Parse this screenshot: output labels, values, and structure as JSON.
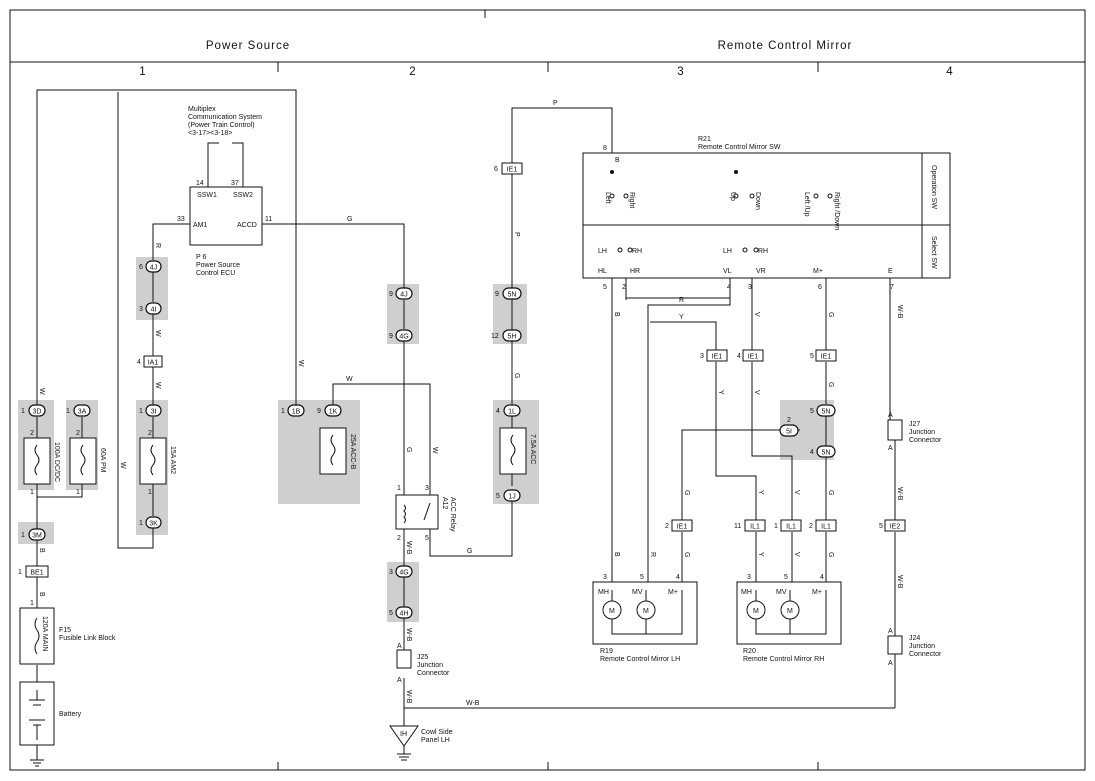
{
  "header": {
    "section_power_source": "Power Source",
    "section_remote_mirror": "Remote Control Mirror",
    "columns": [
      "1",
      "2",
      "3",
      "4"
    ]
  },
  "components": {
    "multiplex_line1": "Multiplex",
    "multiplex_line2": "Communication System",
    "multiplex_line3": "(Power Train Control)",
    "multiplex_line4": "<3-17><3-18>",
    "ecu_id": "P 6",
    "ecu_name1": "Power Source",
    "ecu_name2": "Control ECU",
    "ecu_pin_ssw1": "SSW1",
    "ecu_pin_ssw2": "SSW2",
    "ecu_pin_am1": "AM1",
    "ecu_pin_accd": "ACCD",
    "switch_id": "R21",
    "switch_name": "Remote Control Mirror SW",
    "operation_sw": "Operation SW",
    "select_sw": "Select SW",
    "relay_id": "A12",
    "relay_name": "ACC Relay",
    "fusible_id": "F15",
    "fusible_name": "Fusible Link Block",
    "battery": "Battery",
    "j25_id": "J25",
    "j25_name1": "Junction",
    "j25_name2": "Connector",
    "j27_id": "J27",
    "j27_name1": "Junction",
    "j27_name2": "Connector",
    "j24_id": "J24",
    "j24_name1": "Junction",
    "j24_name2": "Connector",
    "ground_id": "IH",
    "ground_name1": "Cowl Side",
    "ground_name2": "Panel LH",
    "mirror_lh_id": "R19",
    "mirror_lh_name": "Remote Control Mirror LH",
    "mirror_rh_id": "R20",
    "mirror_rh_name": "Remote Control Mirror RH",
    "motor": "M"
  },
  "fuses": {
    "dcdc": "100A DC/DC",
    "pm": "60A PM",
    "am2": "15A AM2",
    "accb": "25A ACC-B",
    "acc": "7.5A ACC",
    "main": "120A MAIN"
  },
  "connectors": {
    "c4J": "4J",
    "c4I": "4I",
    "cIA1": "IA1",
    "c3I": "3I",
    "c3K": "3K",
    "c3D": "3D",
    "c3A": "3A",
    "c3M": "3M",
    "cBE1": "BE1",
    "c1B": "1B",
    "c1K": "1K",
    "c4G": "4G",
    "c4H": "4H",
    "cIE1": "IE1",
    "c5N": "5N",
    "c5H": "5H",
    "c1L": "1L",
    "c1J": "1J",
    "c5I": "5I",
    "cIL1": "IL1",
    "cIE2": "IE2"
  },
  "pins": {
    "n1": "1",
    "n2": "2",
    "n3": "3",
    "n4": "4",
    "n5": "5",
    "n6": "6",
    "n7": "7",
    "n8": "8",
    "n9": "9",
    "n11": "11",
    "n12": "12",
    "n14": "14",
    "n33": "33",
    "n37": "37",
    "nA": "A"
  },
  "wires": {
    "W": "W",
    "R": "R",
    "G": "G",
    "B": "B",
    "P": "P",
    "Y": "Y",
    "V": "V",
    "WB": "W-B"
  },
  "switch_labels": {
    "left": "Left",
    "right": "Right",
    "up": "Up",
    "down": "Down",
    "left_up": "Left /Up",
    "right_down": "Right /Down",
    "LH": "LH",
    "RH": "RH",
    "HL": "HL",
    "HR": "HR",
    "VL": "VL",
    "VR": "VR",
    "Mplus": "M+",
    "E": "E",
    "MH": "MH",
    "MV": "MV"
  }
}
